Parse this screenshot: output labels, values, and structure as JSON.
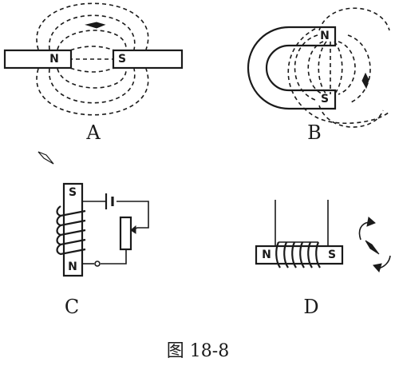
{
  "panels": {
    "a": {
      "label": "A",
      "pole_left": "N",
      "pole_right": "S"
    },
    "b": {
      "label": "B",
      "pole_top": "N",
      "pole_bottom": "S"
    },
    "c": {
      "label": "C",
      "pole_top": "S",
      "pole_bottom": "N"
    },
    "d": {
      "label": "D",
      "pole_left": "N",
      "pole_right": "S"
    }
  },
  "caption": "图 18-8",
  "icons": {
    "compass_needle": "compass-needle-icon",
    "battery": "battery-icon",
    "rheostat": "rheostat-icon",
    "rotation_arrow": "rotation-arrow-icon"
  }
}
